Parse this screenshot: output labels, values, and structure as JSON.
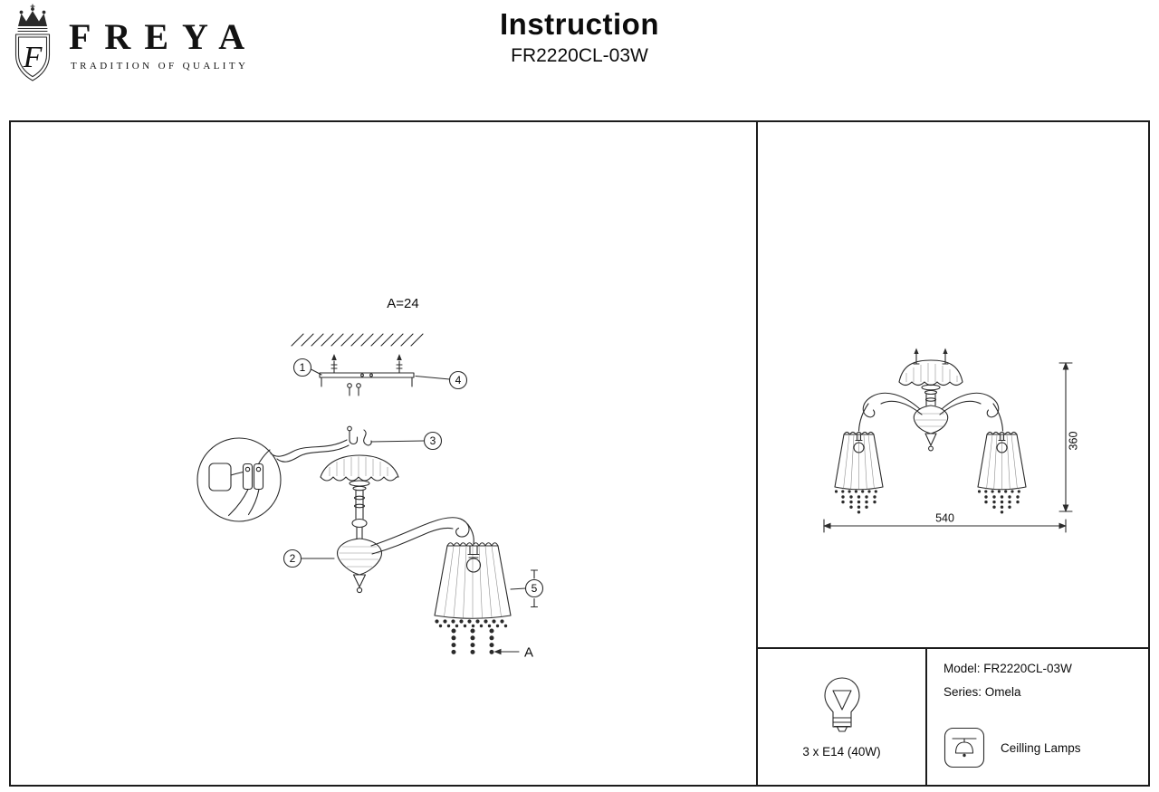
{
  "header": {
    "brand": "FREYA",
    "tagline": "TRADITION OF QUALITY",
    "logo_letter": "F",
    "title": "Instruction",
    "model": "FR2220CL-03W"
  },
  "diagram": {
    "ceiling_gap_label": "A=24",
    "callouts": [
      "1",
      "2",
      "3",
      "4",
      "5"
    ],
    "detail_label": "A"
  },
  "dimensions": {
    "height_mm": "360",
    "width_mm": "540"
  },
  "specs": {
    "bulbs": "3 x E14 (40W)",
    "model_line": "Model: FR2220CL-03W",
    "series_line": "Series: Omela",
    "category": "Ceilling Lamps"
  }
}
